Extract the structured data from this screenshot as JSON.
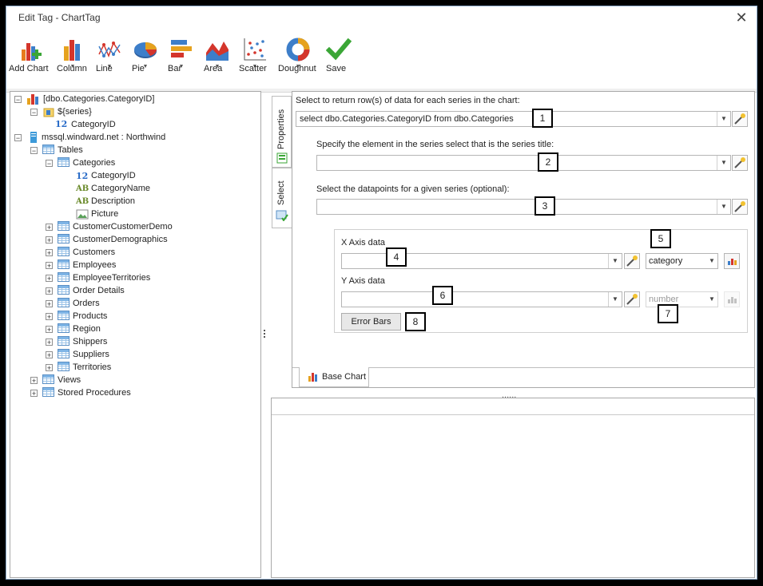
{
  "window": {
    "title": "Edit Tag - ChartTag"
  },
  "toolbar": {
    "buttons": [
      {
        "label": "Add Chart",
        "icon": "add-chart-icon"
      },
      {
        "label": "Column",
        "icon": "column-chart-icon"
      },
      {
        "label": "Line",
        "icon": "line-chart-icon"
      },
      {
        "label": "Pie",
        "icon": "pie-chart-icon"
      },
      {
        "label": "Bar",
        "icon": "bar-chart-icon"
      },
      {
        "label": "Area",
        "icon": "area-chart-icon"
      },
      {
        "label": "Scatter",
        "icon": "scatter-chart-icon"
      },
      {
        "label": "Doughnut",
        "icon": "doughnut-chart-icon"
      },
      {
        "label": "Save",
        "icon": "checkmark-icon"
      }
    ]
  },
  "tree": {
    "chart_node": "[dbo.Categories.CategoryID]",
    "series_node": "${series}",
    "series_child": "CategoryID",
    "datasource": "mssql.windward.net : Northwind",
    "tables_label": "Tables",
    "categories_label": "Categories",
    "columns": [
      {
        "label": "CategoryID",
        "type": "12"
      },
      {
        "label": "CategoryName",
        "type": "AB"
      },
      {
        "label": "Description",
        "type": "AB"
      },
      {
        "label": "Picture",
        "type": "image"
      }
    ],
    "other_tables": [
      "CustomerCustomerDemo",
      "CustomerDemographics",
      "Customers",
      "Employees",
      "EmployeeTerritories",
      "Order Details",
      "Orders",
      "Products",
      "Region",
      "Shippers",
      "Suppliers",
      "Territories"
    ],
    "views_label": "Views",
    "procedures_label": "Stored Procedures"
  },
  "tabs": {
    "properties": "Properties",
    "select": "Select",
    "base_chart": "Base Chart"
  },
  "form": {
    "series_select_label": "Select to return row(s) of data for each series in the chart:",
    "series_select_value": "select dbo.Categories.CategoryID from dbo.Categories",
    "series_title_label": "Specify the element in the series select that is the series title:",
    "series_title_value": "",
    "datapoints_label": "Select the datapoints for a given series (optional):",
    "datapoints_value": "",
    "x_axis_label": "X Axis data",
    "x_axis_value": "",
    "x_axis_type": "category",
    "y_axis_label": "Y Axis data",
    "y_axis_value": "",
    "y_axis_type": "number",
    "error_bars": "Error Bars"
  },
  "callouts": [
    "1",
    "2",
    "3",
    "4",
    "5",
    "6",
    "7",
    "8"
  ],
  "splitter": "......"
}
